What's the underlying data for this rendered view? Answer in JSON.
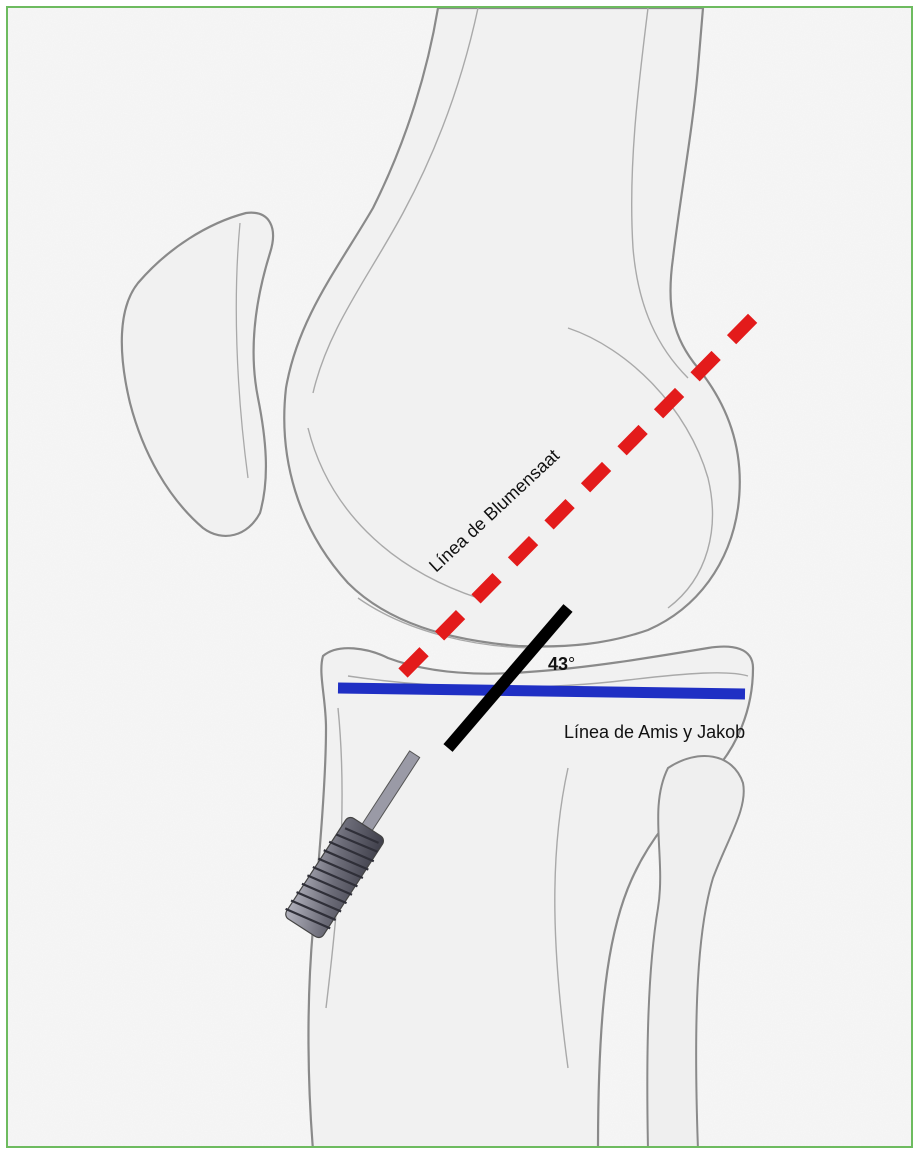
{
  "labels": {
    "blumensaat": "Línea de Blumensaat",
    "amis_jakob": "Línea de Amis y Jakob",
    "angle": "43",
    "degree": "°"
  },
  "colors": {
    "frame": "#6dbb5f",
    "blumensaat_line": "#e31b1b",
    "amis_jakob_line": "#1f2fc4",
    "tunnel_line": "#000000",
    "bone_outline": "#8a8a8a",
    "screw": "#7a7a86"
  },
  "figure": {
    "angle_deg": 43
  }
}
